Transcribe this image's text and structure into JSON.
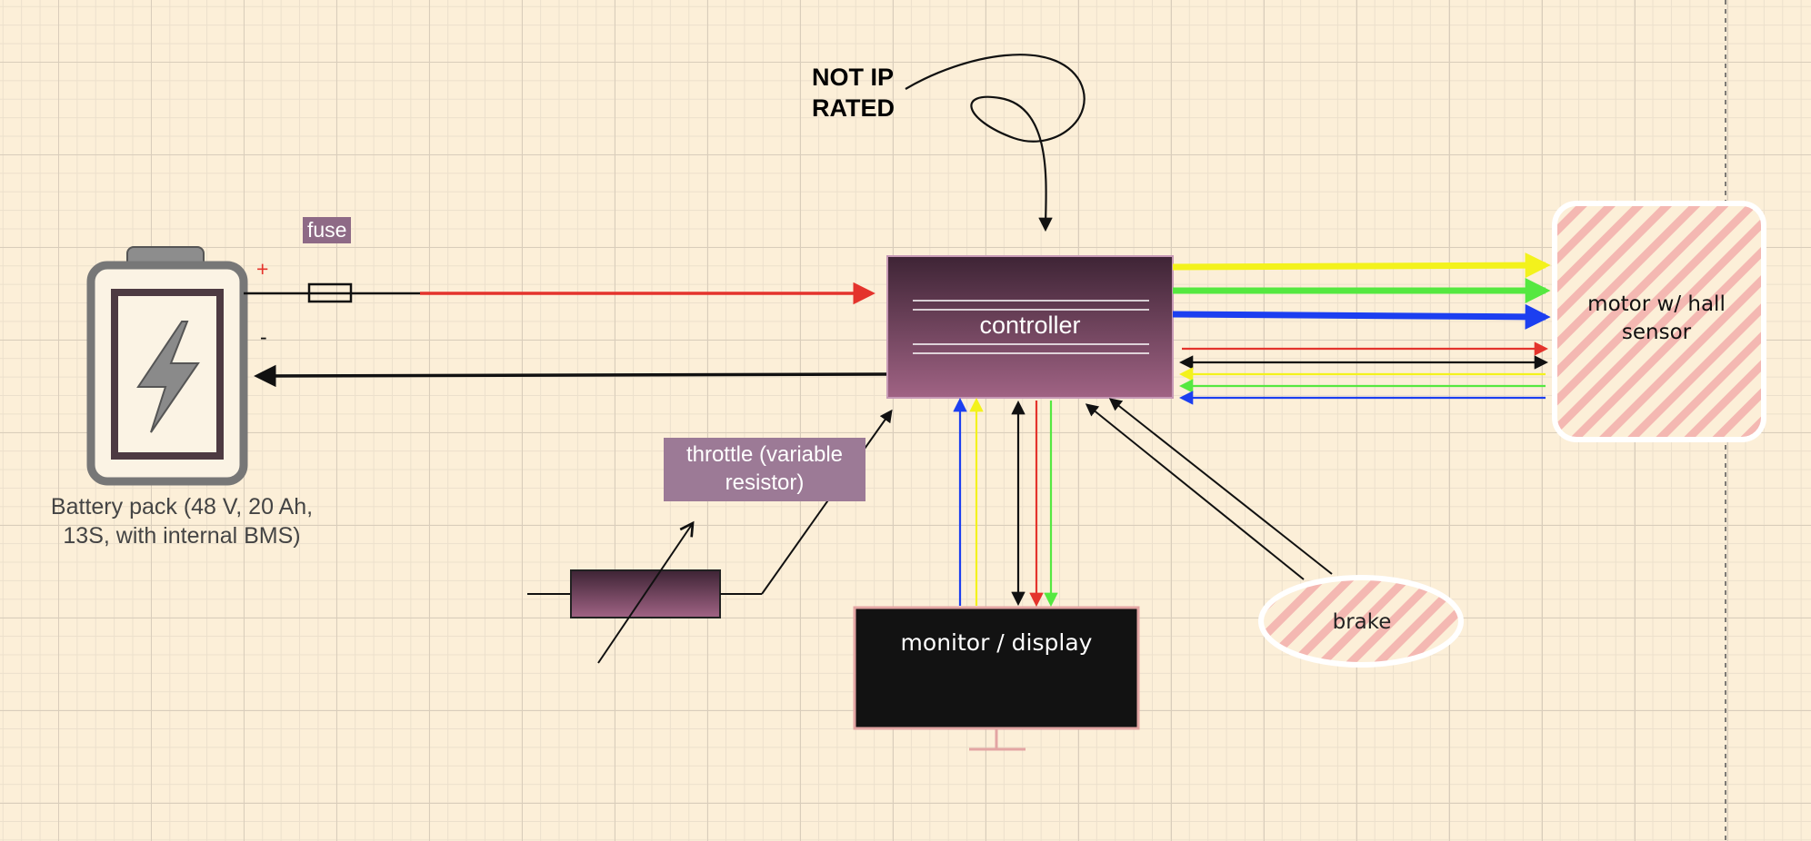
{
  "labels": {
    "not_ip_rated": "NOT IP RATED",
    "fuse": "fuse",
    "plus": "+",
    "minus": "-",
    "battery": "Battery pack (48 V, 20 Ah, 13S, with internal BMS)",
    "controller": "controller",
    "throttle": "throttle (variable resistor)",
    "monitor": "monitor / display",
    "motor": "motor w/ hall sensor",
    "brake": "brake"
  },
  "colors": {
    "background": "#fcefd8",
    "red": "#e4332c",
    "yellow": "#f3f21c",
    "green": "#55e840",
    "blue": "#1c3ff0",
    "black": "#111111",
    "controller_top": "#3e2435",
    "controller_bottom": "#a06384",
    "motor_hatch": "#f4b8b2"
  },
  "icons": [
    "battery-icon",
    "lightning-bolt-icon",
    "fuse-icon",
    "variable-resistor-icon"
  ]
}
